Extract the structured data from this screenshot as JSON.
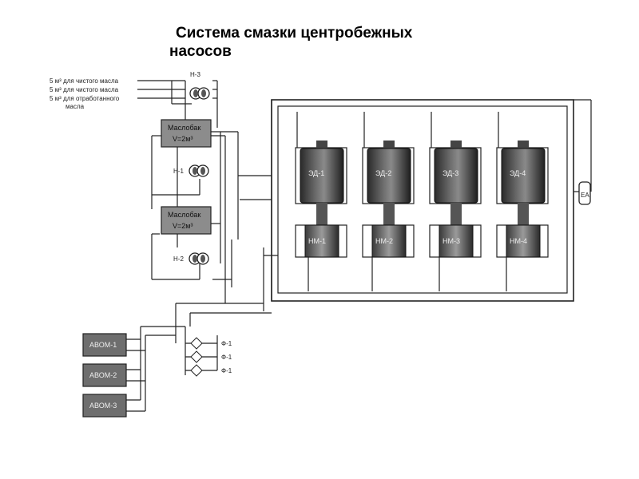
{
  "title": {
    "line1": "Система смазки центробежных",
    "line2": "насосов"
  },
  "sources": [
    {
      "volume": "5 м³",
      "text": "для чистого масла"
    },
    {
      "volume": "5 м³",
      "text": "для чистого масла"
    },
    {
      "volume": "5 м³",
      "text": "для отработанного",
      "text2": "масла"
    }
  ],
  "pumps": {
    "n3": "Н-3",
    "n1": "Н-1",
    "n2": "Н-2"
  },
  "tanks": [
    {
      "name": "Маслобак",
      "volume": "V=2м³"
    },
    {
      "name": "Маслобак",
      "volume": "V=2м³"
    }
  ],
  "motors": [
    "ЭД-1",
    "ЭД-2",
    "ЭД-3",
    "ЭД-4"
  ],
  "main_pumps": [
    "НМ-1",
    "НМ-2",
    "НМ-3",
    "НМ-4"
  ],
  "coolers": [
    "АВОМ-1",
    "АВОМ-2",
    "АВОМ-3"
  ],
  "filters": [
    "Ф-1",
    "Ф-1",
    "Ф-1"
  ],
  "emergency_tank": "ЕА",
  "colors": {
    "equipment_dark": "#333333",
    "equipment_mid": "#7a7a7a",
    "tank_fill": "#9a9a9a",
    "line": "#222222"
  }
}
